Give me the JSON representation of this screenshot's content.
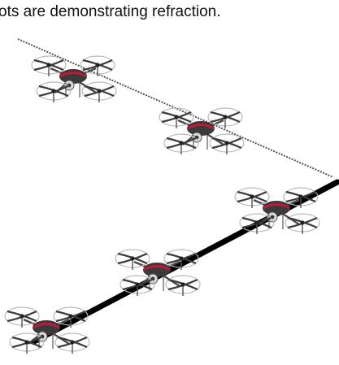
{
  "caption": "ots are demonstrating refraction.",
  "colors": {
    "path_upper": "#555555",
    "path_lower": "#000000",
    "drone_body": "#3a3a3a",
    "drone_stripe": "#c2183a",
    "rotor": "#e6e6e6"
  },
  "drones": [
    {
      "name": "drone-1",
      "icon": "quadcopter-icon"
    },
    {
      "name": "drone-2",
      "icon": "quadcopter-icon"
    },
    {
      "name": "drone-3",
      "icon": "quadcopter-icon"
    },
    {
      "name": "drone-4",
      "icon": "quadcopter-icon"
    },
    {
      "name": "drone-5",
      "icon": "quadcopter-icon"
    }
  ]
}
